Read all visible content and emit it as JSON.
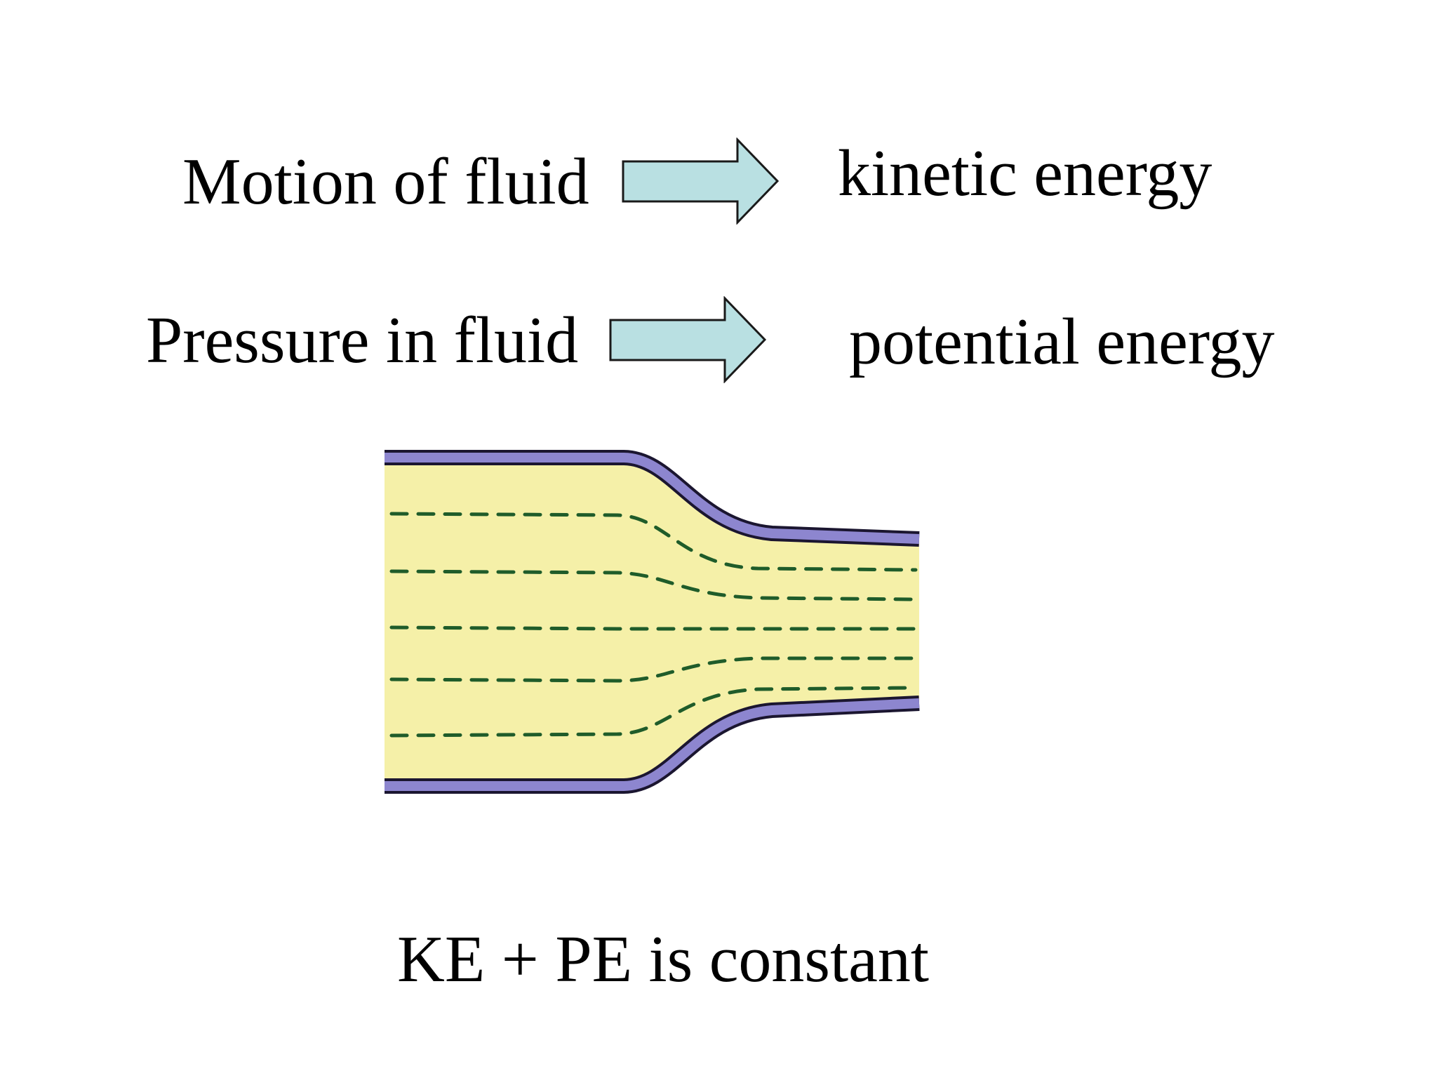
{
  "rows": [
    {
      "left": "Motion of fluid",
      "right": "kinetic  energy"
    },
    {
      "left": "Pressure in fluid",
      "right": "potential  energy"
    }
  ],
  "caption": "KE + PE is constant",
  "colors": {
    "arrow_fill": "#b9e0e2",
    "arrow_stroke": "#1a1a1a",
    "fluid": "#f5f0a8",
    "pipe_wall": "#8d86cf",
    "pipe_outline": "#1b1630",
    "streamline": "#1f5c2a"
  },
  "icons": [
    "right-arrow-icon",
    "right-arrow-icon"
  ]
}
